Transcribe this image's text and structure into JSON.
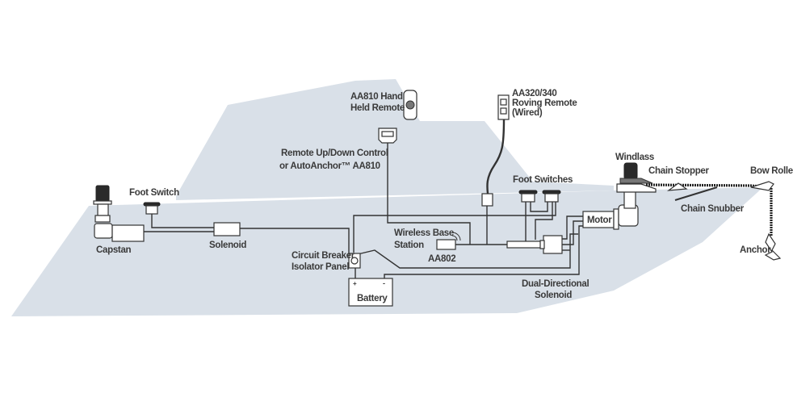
{
  "diagram": {
    "title": "Anchor windlass wiring diagram",
    "colors": {
      "hull": "#d9e0e8",
      "line": "#333333",
      "text": "#3a3a3a",
      "background": "#ffffff"
    },
    "labels": {
      "capstan": "Capstan",
      "foot_switch": "Foot Switch",
      "solenoid": "Solenoid",
      "remote_updown_line1": "Remote Up/Down Control",
      "remote_updown_line2": "or AutoAnchor™ AA810",
      "aa810_line1": "AA810 Hand",
      "aa810_line2": "Held Remote",
      "roving_line1": "AA320/340",
      "roving_line2": "Roving Remote",
      "roving_line3": "(Wired)",
      "foot_switches": "Foot Switches",
      "windlass": "Windlass",
      "chain_stopper": "Chain Stopper",
      "bow_roller": "Bow Roller",
      "chain_snubber": "Chain Snubber",
      "anchor": "Anchor",
      "motor": "Motor",
      "wireless_line1": "Wireless Base",
      "wireless_line2": "Station",
      "aa802": "AA802",
      "breaker_line1": "Circuit Breaker",
      "breaker_line2": "Isolator Panel",
      "battery": "Battery",
      "battery_plus": "+",
      "battery_minus": "-",
      "dual_line1": "Dual-Directional",
      "dual_line2": "Solenoid"
    }
  }
}
